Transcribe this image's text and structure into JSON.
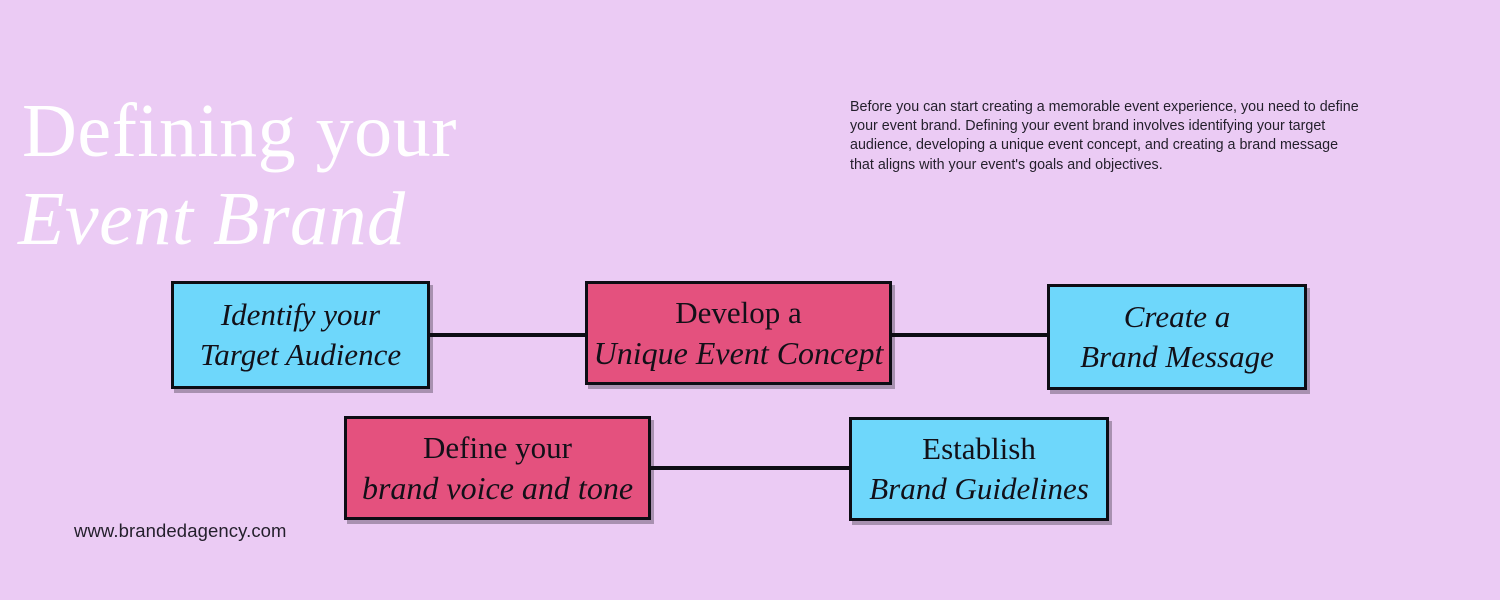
{
  "meta": {
    "background_color": "#ebcbf4",
    "accent_cyan": "#6ed7fb",
    "accent_pink": "#e4517e",
    "outline_color": "#0d0d14",
    "title_color": "#ffffff",
    "body_text_color": "#231f2b"
  },
  "header": {
    "title_line_1": "Defining your",
    "title_line_2": "Event Brand"
  },
  "intro": {
    "paragraph": " Before you can start creating a memorable event experience, you need to define your event brand. Defining your event brand involves identifying your target audience, developing a unique event concept, and creating a brand message that aligns with your event's goals and objectives."
  },
  "diagram": {
    "type": "flowchart",
    "rows": [
      {
        "row": 1,
        "boxes": [
          {
            "id": "identify",
            "line1": "Identify your",
            "line2": "Target Audience",
            "color": "#6ed7fb",
            "style1": "italic",
            "style2": "italic"
          },
          {
            "id": "develop",
            "line1": "Develop a",
            "line2": "Unique Event Concept",
            "color": "#e4517e",
            "style1": "regular",
            "style2": "italic"
          },
          {
            "id": "create",
            "line1": "Create a",
            "line2": "Brand Message",
            "color": "#6ed7fb",
            "style1": "italic",
            "style2": "italic"
          }
        ]
      },
      {
        "row": 2,
        "boxes": [
          {
            "id": "define",
            "line1": "Define your",
            "line2": "brand voice and tone",
            "color": "#e4517e",
            "style1": "regular",
            "style2": "italic"
          },
          {
            "id": "establish",
            "line1": "Establish",
            "line2": "Brand Guidelines",
            "color": "#6ed7fb",
            "style1": "regular",
            "style2": "italic"
          }
        ]
      }
    ],
    "connectors": [
      {
        "id": "identify-to-develop",
        "from": "identify",
        "to": "develop"
      },
      {
        "id": "develop-to-create",
        "from": "develop",
        "to": "create"
      },
      {
        "id": "define-to-establish",
        "from": "define",
        "to": "establish"
      }
    ]
  },
  "footer": {
    "website": "www.brandedagency.com"
  }
}
